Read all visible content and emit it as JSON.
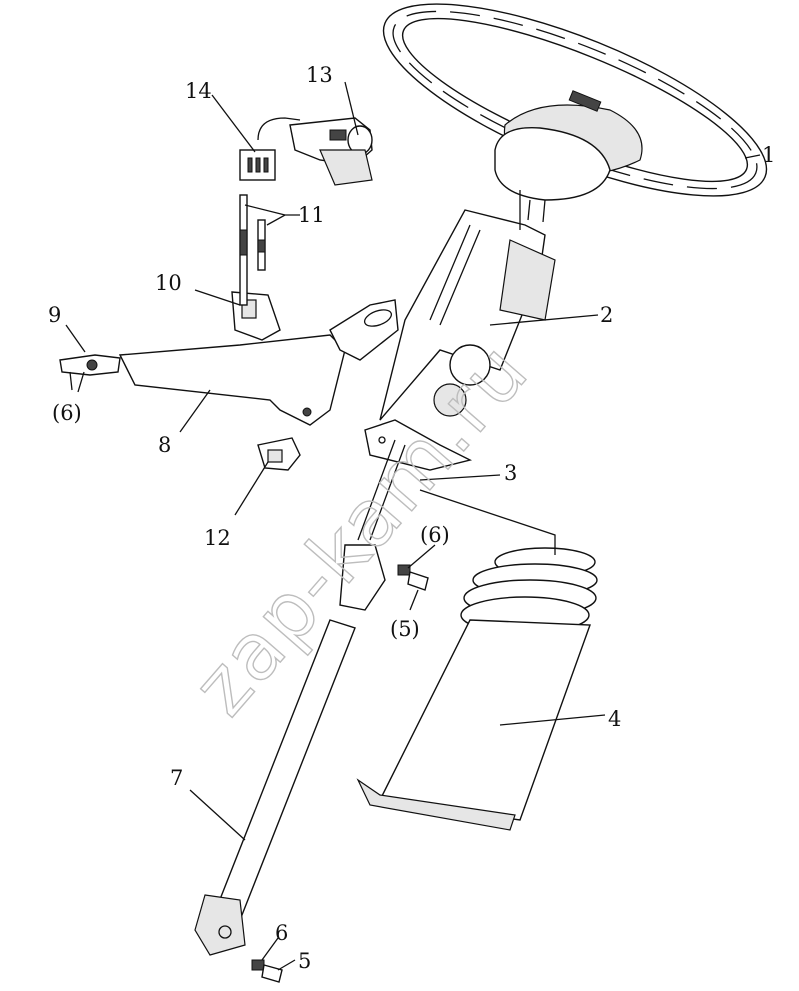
{
  "labels": {
    "l1": "1",
    "l2": "2",
    "l3": "3",
    "l4": "4",
    "l5a": "5",
    "l6a": "6",
    "l5b": "(5)",
    "l6b": "(6)",
    "l6c": "(6)",
    "l7": "7",
    "l8": "8",
    "l9": "9",
    "l10": "10",
    "l11": "11",
    "l12": "12",
    "l13": "13",
    "l14": "14"
  },
  "watermark": "zap-kam.ru"
}
